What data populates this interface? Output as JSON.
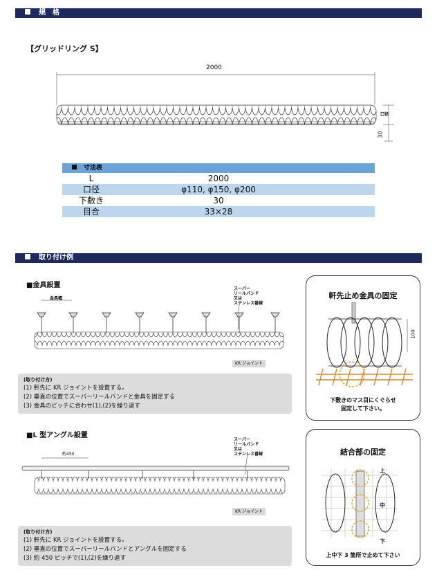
{
  "section1": {
    "title": "規　格"
  },
  "product": {
    "name": "【グリッドリング S】"
  },
  "drawing1": {
    "length_label": "2000",
    "diameter_label": "口径",
    "height_label": "30"
  },
  "spec": {
    "header": "寸法表",
    "rows": [
      {
        "key": "L",
        "value": "2000"
      },
      {
        "key": "口径",
        "value": "φ110, φ150, φ200"
      },
      {
        "key": "下敷き",
        "value": "30"
      },
      {
        "key": "目合",
        "value": "33×28"
      }
    ]
  },
  "section2": {
    "title": "取り付け例"
  },
  "install1": {
    "title": "■金具設置",
    "bracket_label": "金具幅",
    "band_label": [
      "スーパー",
      "リールバンド",
      "又は",
      "ステンレス番線"
    ],
    "joint_label": "KR ジョイント",
    "howto_title": "(取り付け方)",
    "steps": [
      "(1)  軒先に KR ジョイントを設置する。",
      "(2)  垂直の位置でスーパーリールバンドと金具を固定する",
      "(3)  金具のピッチに合わせ(1),(2)を繰り返す"
    ]
  },
  "install2": {
    "title": "■L 型アングル設置",
    "pitch_label": "約450",
    "band_label": [
      "スーパー",
      "リールバンド",
      "又は",
      "ステンレス番線"
    ],
    "joint_label": "KR ジョイント",
    "howto_title": "(取り付け方)",
    "steps": [
      "(1)  軒先に KR ジョイントを設置する。",
      "(2)  垂直の位置でスーパーリールバンドとアングルを固定する",
      "(3)  約 450 ピッチで(1),(2)を繰り返す"
    ]
  },
  "panel1": {
    "title": "軒先止め金具の固定",
    "dim": "100",
    "caption": [
      "下敷きのマス目にくぐらせ",
      "固定して下さい。"
    ]
  },
  "panel2": {
    "title": "結合部の固定",
    "top": "上",
    "mid": "中",
    "bottom": "下",
    "caption": "上中下 3 箇所で止めて下さい"
  }
}
